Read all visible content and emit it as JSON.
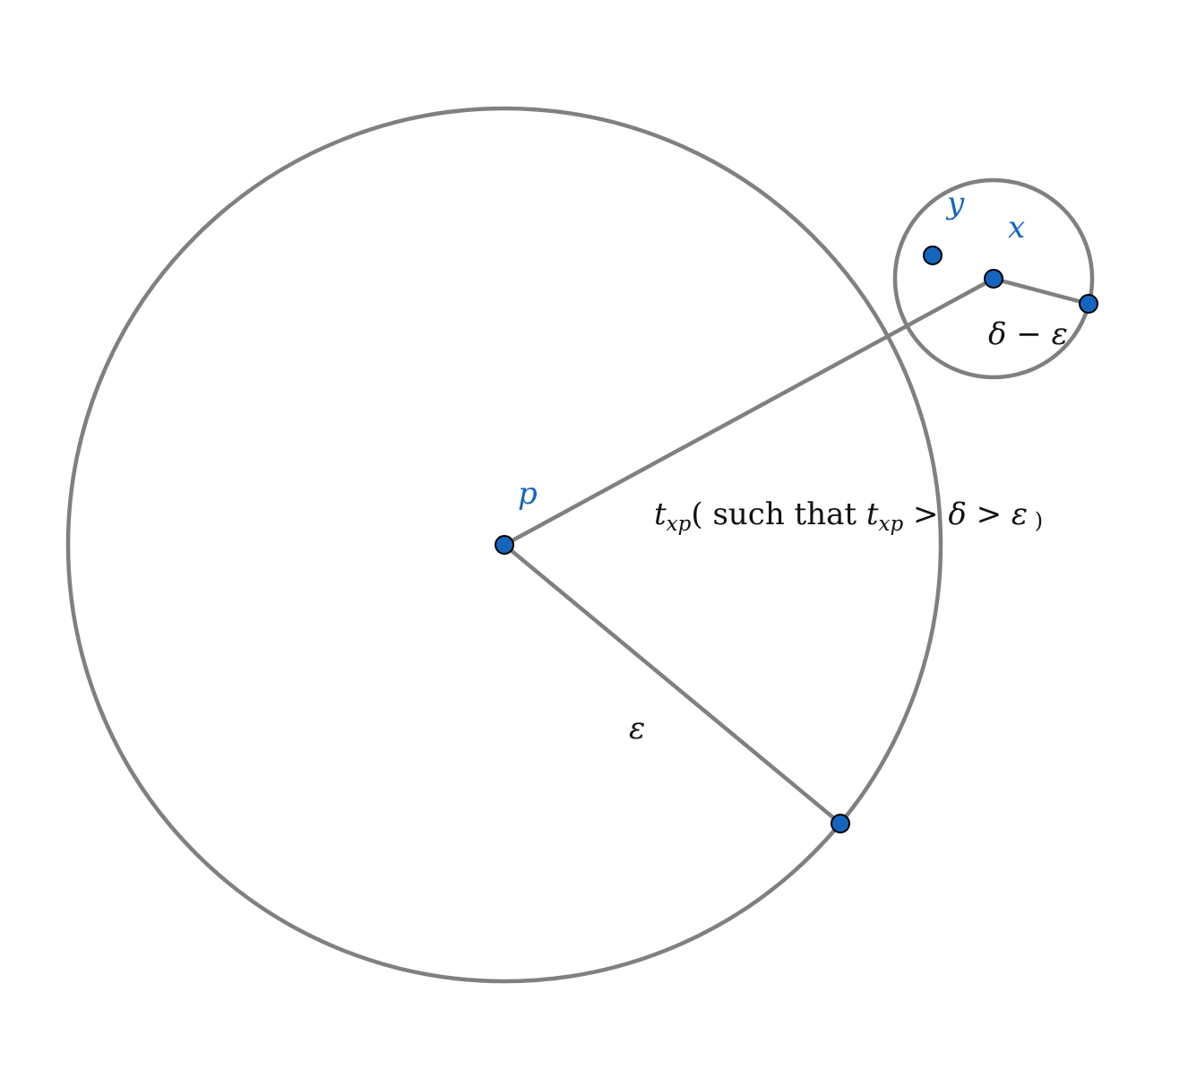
{
  "diagram": {
    "points": {
      "p_label": "p",
      "x_label": "x",
      "y_label": "y"
    },
    "labels": {
      "epsilon": "ε",
      "delta_minus_eps": {
        "delta": "δ",
        "minus": " − ",
        "eps": "ε"
      },
      "txp_expr": {
        "t1": "t",
        "sub1": "xp",
        "paren_open": "( such that ",
        "t2": "t",
        "sub2": "xp",
        "gt1": " > ",
        "delta": "δ",
        "gt2": " > ",
        "eps": "ε",
        "paren_close": " )"
      }
    },
    "colors": {
      "point_fill": "#1565c0",
      "stroke": "#808080",
      "text": "#111111"
    }
  }
}
